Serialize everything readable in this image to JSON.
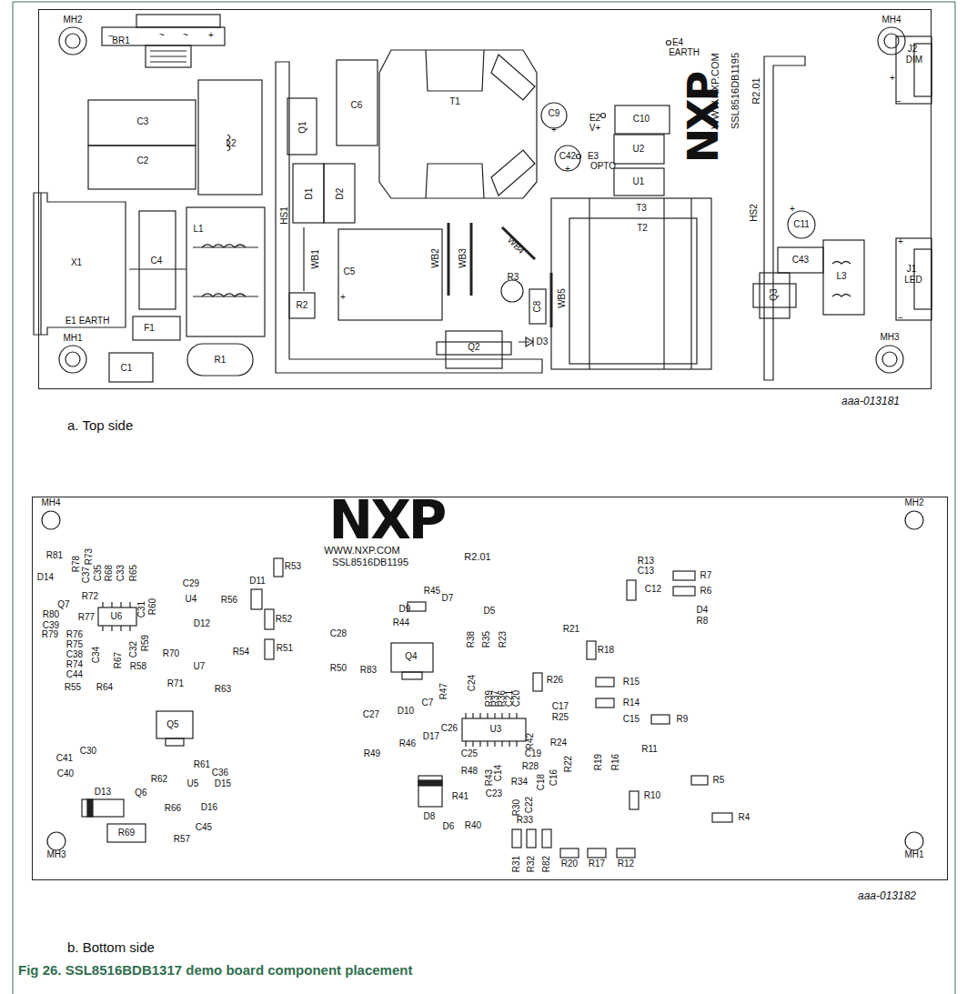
{
  "diagram": {
    "caption": "Fig 26. SSL8516BDB1317 demo board component placement",
    "nodes": [
      {
        "text": [
          "a. Top side"
        ]
      },
      {
        "text": [
          "b. Bottom side"
        ]
      }
    ],
    "labels": [
      "MH2",
      "−",
      "BR1",
      "~",
      "~",
      "+",
      "C3",
      "C2",
      "L2",
      "X1",
      "C4",
      "L1",
      "E1 EARTH",
      "F1",
      "C1",
      "R1",
      "MH1",
      "Q1",
      "C6",
      "HS1",
      "D1",
      "D2",
      "T1",
      "WB1",
      "C5",
      "+",
      "R2",
      "WB2",
      "WB3",
      "WB4",
      "R3",
      "C8",
      "WB5",
      "Q2",
      "D3",
      "C9",
      "+",
      "E2",
      "V+",
      "C10",
      "C42",
      "+",
      "E3",
      "OPTO",
      "U2",
      "U1",
      "T3",
      "T2",
      "E4",
      "EARTH",
      "NXP",
      "WWW.NXP.COM",
      "SSL8516DB1195",
      "R2.01",
      "MH4",
      "+",
      "J2",
      "DIM",
      "−",
      "HS2",
      "+",
      "C11",
      "C43",
      "L3",
      "Q3",
      "+",
      "J1",
      "LED",
      "−",
      "MH3",
      "aaa-013181",
      "MH4",
      "MH2",
      "NXP",
      "WWW.NXP.COM",
      "SSL8516DB1195",
      "R2.01",
      "MH3",
      "MH1",
      "R81",
      "D14",
      "R78",
      "R73",
      "C37",
      "C35",
      "R68",
      "C33",
      "R65",
      "Q7",
      "R72",
      "R77",
      "U6",
      "C31",
      "R60",
      "C29",
      "U4",
      "D12",
      "R80",
      "C39",
      "R79",
      "R76",
      "R75",
      "C38",
      "R74",
      "C44",
      "C34",
      "C32",
      "R67",
      "R59",
      "R70",
      "R58",
      "U7",
      "R71",
      "R63",
      "R55",
      "R64",
      "Q5",
      "C41",
      "C40",
      "C30",
      "R61",
      "C36",
      "R62",
      "Q6",
      "U5",
      "D15",
      "R66",
      "D16",
      "C45",
      "R57",
      "D13",
      "R69",
      "D11",
      "R53",
      "R56",
      "R52",
      "R54",
      "R51",
      "R45",
      "D9",
      "D7",
      "D5",
      "R44",
      "C28",
      "R50",
      "R83",
      "Q4",
      "R38",
      "R35",
      "R23",
      "R21",
      "R18",
      "R26",
      "R47",
      "C24",
      "R39",
      "R37",
      "R36",
      "C21",
      "C20",
      "C17",
      "R25",
      "R15",
      "R14",
      "C15",
      "R9",
      "U3",
      "R42",
      "C27",
      "D10",
      "C7",
      "C26",
      "R46",
      "D17",
      "R24",
      "C19",
      "R22",
      "R19",
      "R16",
      "R11",
      "R49",
      "C25",
      "R48",
      "R43",
      "C14",
      "R28",
      "C16",
      "C18",
      "R34",
      "D8",
      "R41",
      "C23",
      "R30",
      "C22",
      "R5",
      "R10",
      "R4",
      "R33",
      "D6",
      "R40",
      "R31",
      "R32",
      "R82",
      "R20",
      "R17",
      "R12",
      "R13",
      "C13",
      "R7",
      "R6",
      "C12",
      "D4",
      "R8",
      "aaa-013182"
    ]
  }
}
